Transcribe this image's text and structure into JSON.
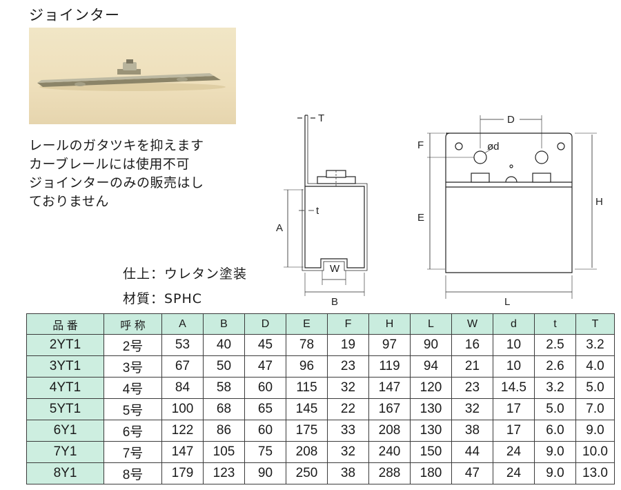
{
  "title": "ジョインター",
  "description": [
    "レールのガタツキを抑えます",
    "カーブレールには使用不可",
    "ジョインターのみの販売はし",
    "ておりません"
  ],
  "specs": {
    "finish": "仕上：ウレタン塗装",
    "material": "材質：SPHC"
  },
  "diagram_labels": {
    "T": "T",
    "t": "t",
    "A": "A",
    "W": "W",
    "B": "B",
    "D": "D",
    "d": "ød",
    "F": "F",
    "E": "E",
    "H": "H",
    "L": "L"
  },
  "table": {
    "headers": [
      "品 番",
      "呼 称",
      "A",
      "B",
      "D",
      "E",
      "F",
      "H",
      "L",
      "W",
      "d",
      "t",
      "T"
    ],
    "rows": [
      [
        "2YT1",
        "2号",
        "53",
        "40",
        "45",
        "78",
        "19",
        "97",
        "90",
        "16",
        "10",
        "2.5",
        "3.2"
      ],
      [
        "3YT1",
        "3号",
        "67",
        "50",
        "47",
        "96",
        "23",
        "119",
        "94",
        "21",
        "10",
        "2.6",
        "4.0"
      ],
      [
        "4YT1",
        "4号",
        "84",
        "58",
        "60",
        "115",
        "32",
        "147",
        "120",
        "23",
        "14.5",
        "3.2",
        "5.0"
      ],
      [
        "5YT1",
        "5号",
        "100",
        "68",
        "65",
        "145",
        "22",
        "167",
        "130",
        "32",
        "17",
        "5.0",
        "7.0"
      ],
      [
        "6Y1",
        "6号",
        "122",
        "86",
        "60",
        "175",
        "33",
        "208",
        "130",
        "38",
        "17",
        "6.0",
        "9.0"
      ],
      [
        "7Y1",
        "7号",
        "147",
        "105",
        "75",
        "208",
        "32",
        "240",
        "150",
        "44",
        "24",
        "9.0",
        "10.0"
      ],
      [
        "8Y1",
        "8号",
        "179",
        "123",
        "90",
        "250",
        "38",
        "288",
        "180",
        "47",
        "24",
        "9.0",
        "13.0"
      ]
    ]
  }
}
